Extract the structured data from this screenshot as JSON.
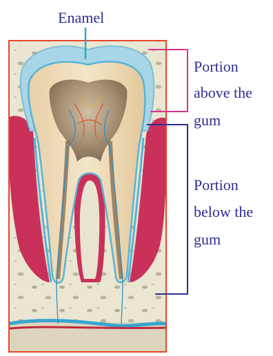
{
  "labels": {
    "enamel": "Enamel",
    "above_gum": [
      "Portion",
      "above the",
      "gum"
    ],
    "below_gum": [
      "Portion",
      "below the",
      "gum"
    ]
  },
  "colors": {
    "frame": "#e8462b",
    "above_bracket": "#d6328c",
    "below_bracket": "#2b2f8f",
    "enamel_pointer": "#2aa9c7",
    "label_text": "#2b2f8f"
  }
}
